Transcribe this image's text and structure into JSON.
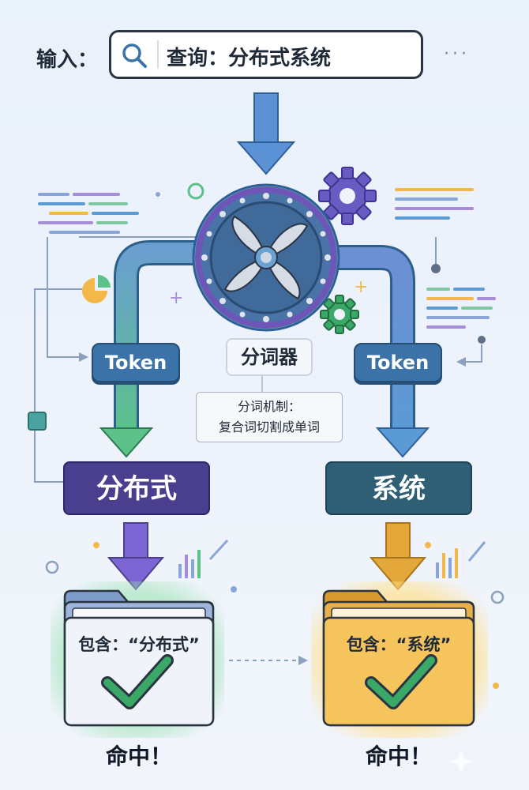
{
  "input": {
    "label": "输入：",
    "query": "查询：分布式系统",
    "more": "···"
  },
  "tokenizer": {
    "label": "分词器",
    "mechanism_line1": "分词机制：",
    "mechanism_line2": "复合词切割成单词"
  },
  "tokens": {
    "left": "Token",
    "right": "Token"
  },
  "words": {
    "left": "分布式",
    "right": "系统"
  },
  "documents": {
    "left": {
      "label": "包含：“分布式”",
      "result": "命中！"
    },
    "right": {
      "label": "包含：“系统”",
      "result": "命中！"
    }
  },
  "colors": {
    "green_path": "#5cc28a",
    "blue_path": "#5b9bd5",
    "purple": "#4a3e8f",
    "teal": "#2f5f74",
    "gold": "#f2b94a",
    "check": "#3aa866"
  }
}
